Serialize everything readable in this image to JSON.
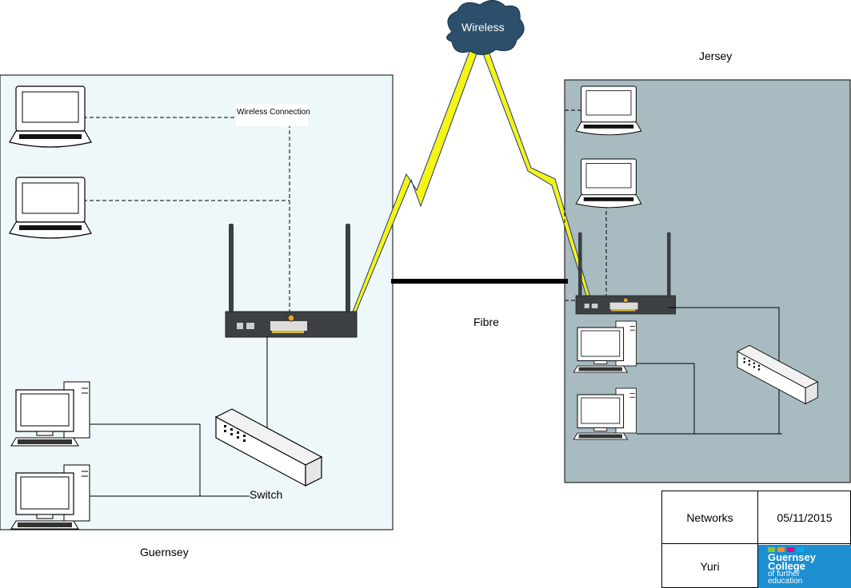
{
  "diagram": {
    "cloud_label": "Wireless",
    "link_label": "Fibre",
    "wireless_connection_label": "Wireless Connection",
    "switch_label": "Switch",
    "sites": {
      "guernsey": {
        "label": "Guernsey"
      },
      "jersey": {
        "label": "Jersey"
      }
    }
  },
  "title_block": {
    "project": "Networks",
    "date": "05/11/2015",
    "author": "Yuri",
    "logo": {
      "line1": "Guernsey",
      "line2": "College",
      "line3": "of further",
      "line4": "education"
    }
  },
  "colors": {
    "guernsey_bg": "#eef7f9",
    "jersey_bg": "#a7bbc1",
    "lightning": "#f6f316",
    "cloud": "#2c4f6c",
    "logo_bg": "#1d8fd1",
    "logo_dots": [
      "#8cc63f",
      "#f7941d",
      "#ec008c",
      "#00aeef"
    ]
  }
}
